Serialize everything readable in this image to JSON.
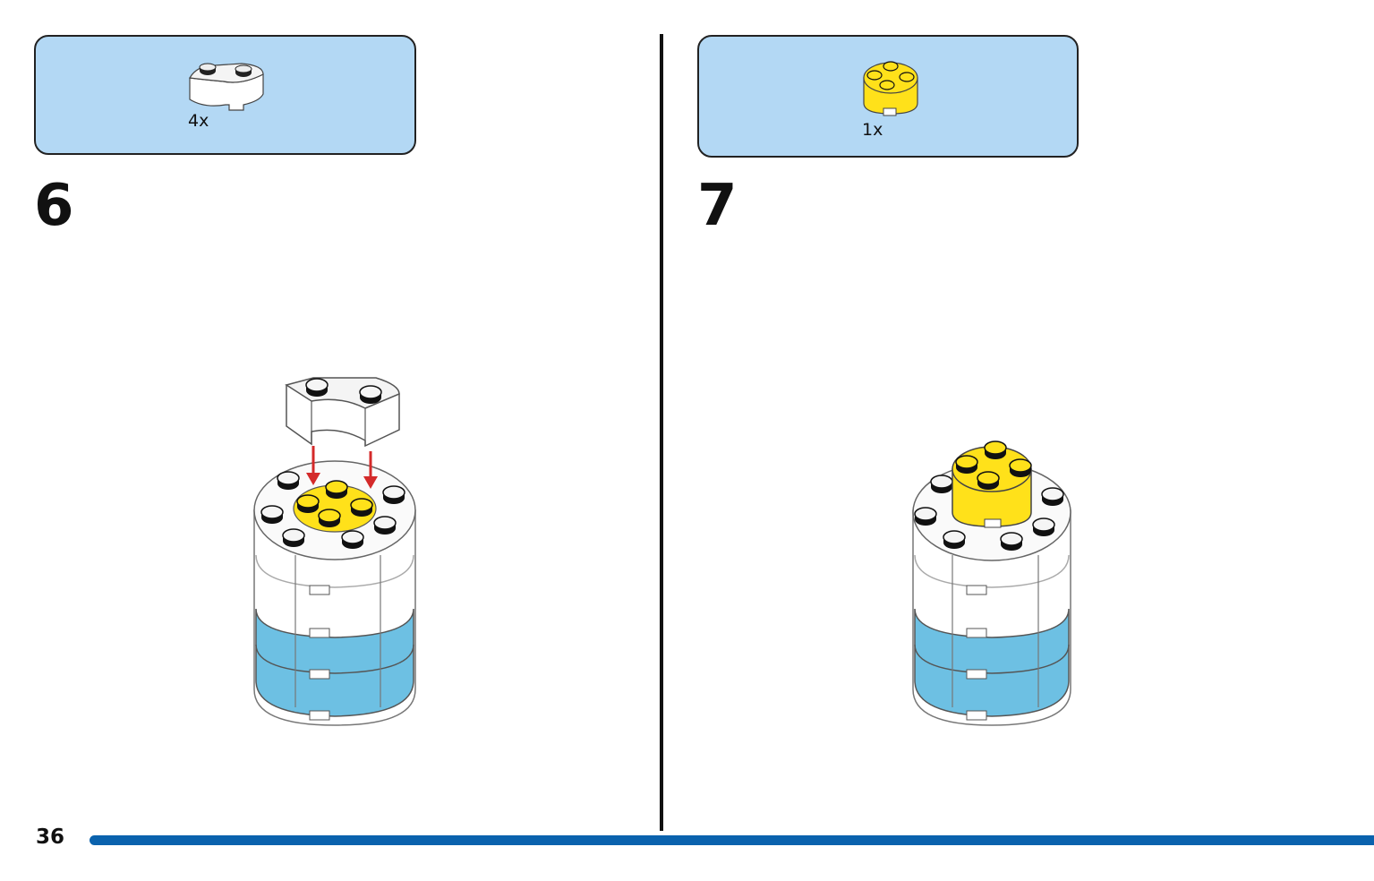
{
  "step_left": {
    "parts": [
      {
        "name": "white-curved-brick-icon",
        "quantity": "4x"
      }
    ],
    "step_number": "6"
  },
  "step_right": {
    "parts": [
      {
        "name": "yellow-round-brick-icon",
        "quantity": "1x"
      }
    ],
    "step_number": "7"
  },
  "page_number": "36",
  "colors": {
    "parts_panel": "#b3d8f4",
    "footer_bar": "#0a62ad",
    "brick_white": "#ffffff",
    "brick_blue": "#6dc0e3",
    "brick_yellow": "#ffe11a",
    "arrow": "#d42a2a"
  }
}
